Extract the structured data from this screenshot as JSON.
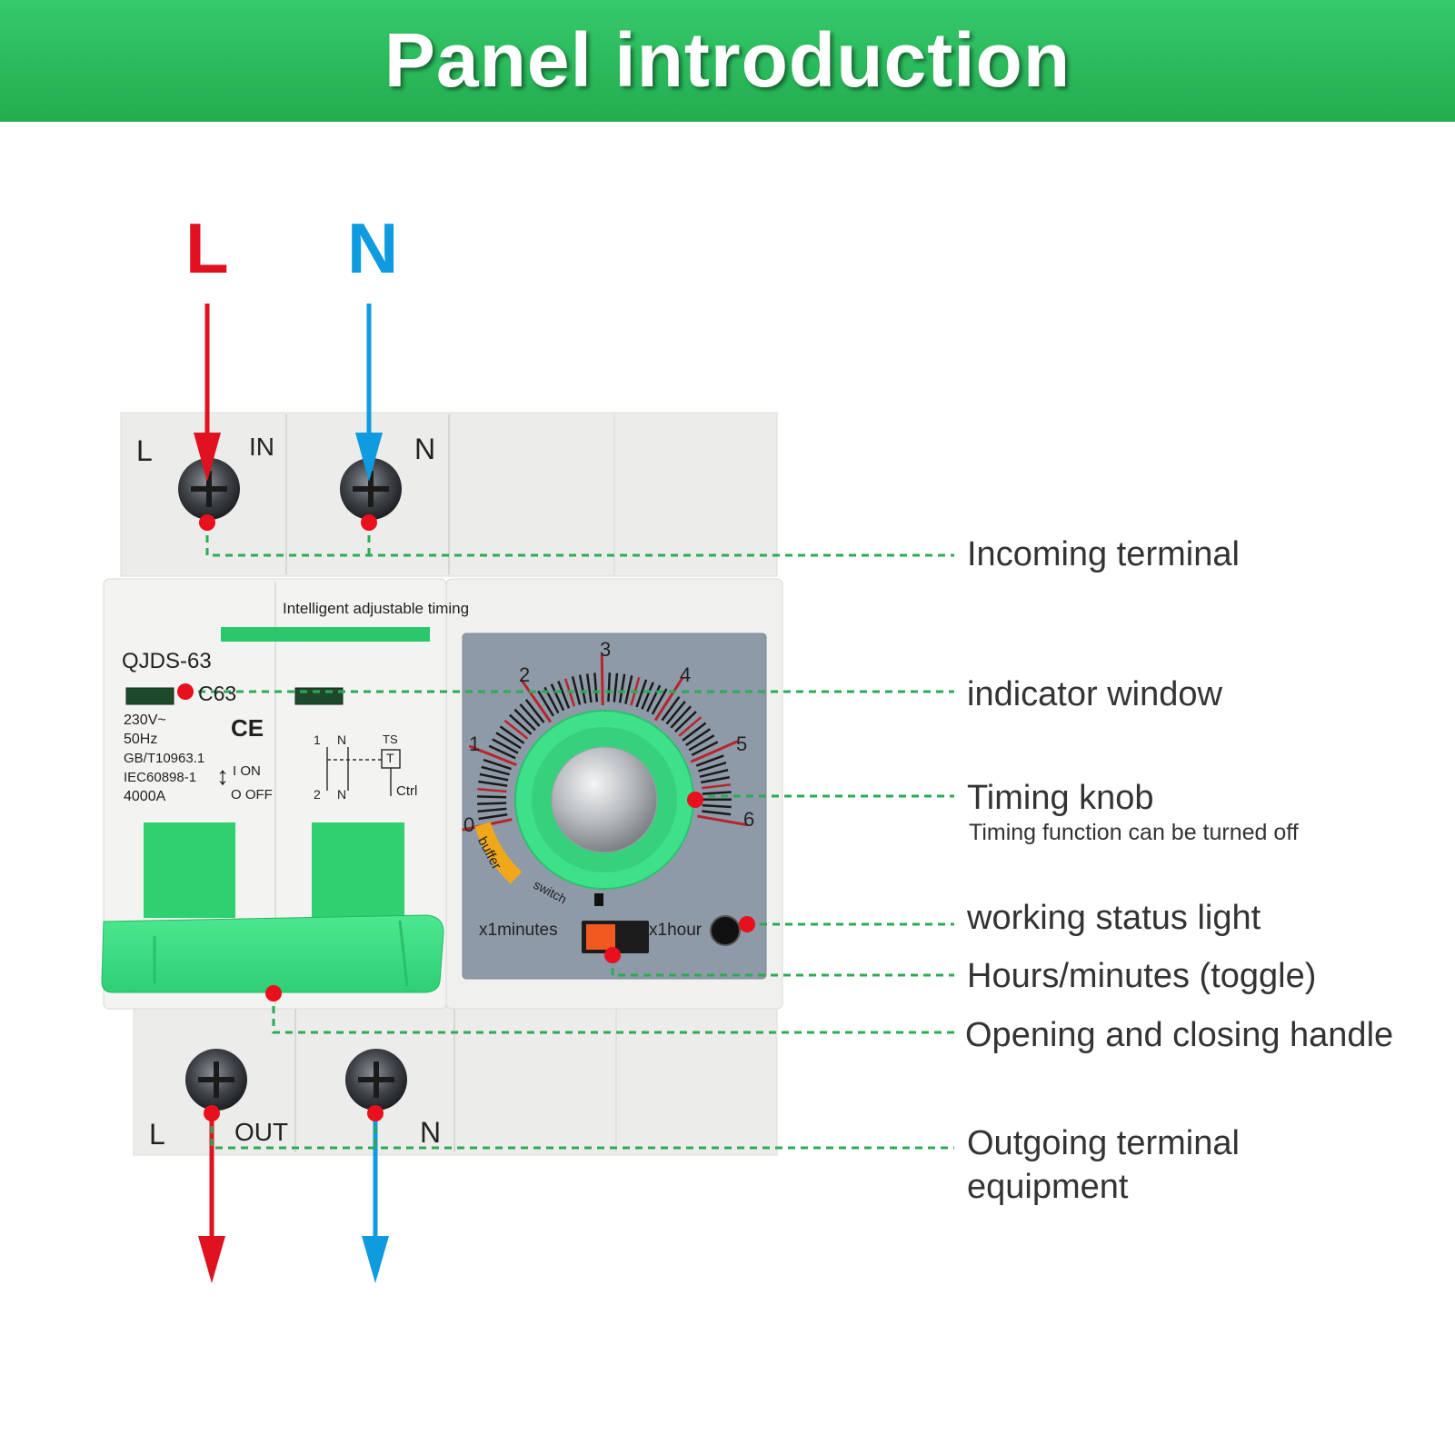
{
  "title": "Panel introduction",
  "poles": {
    "line": "L",
    "neutral": "N"
  },
  "device": {
    "in_l": "L",
    "in_label": "IN",
    "in_n": "N",
    "out_l": "L",
    "out_label": "OUT",
    "out_n": "N",
    "tagline": "Intelligent adjustable timing",
    "model": "QJDS-63",
    "rating": "C63",
    "specs": [
      "230V~",
      "50Hz",
      "GB/T10963.1",
      "IEC60898-1",
      "4000A"
    ],
    "ce": "CE",
    "on_label": "I ON",
    "off_label": "O OFF",
    "schematic": {
      "t1": "1",
      "tn": "N",
      "ts": "TS",
      "tt": "T",
      "b2": "2",
      "bn": "N",
      "ctrl": "Ctrl"
    },
    "dial_numbers": [
      "0",
      "1",
      "2",
      "3",
      "4",
      "5",
      "6"
    ],
    "buffer": "buffer",
    "switch": "switch",
    "x1minutes": "x1minutes",
    "x1hour": "x1hour"
  },
  "callouts": {
    "incoming": "Incoming terminal",
    "indicator": "indicator window",
    "knob": "Timing knob",
    "knob_note": "Timing function can be turned off",
    "status": "working status light",
    "toggle": "Hours/minutes (toggle)",
    "handle": "Opening and closing handle",
    "outgoing_1": "Outgoing terminal",
    "outgoing_2": "equipment"
  },
  "colors": {
    "banner": "#2bbd5b",
    "line": "#e0121f",
    "neutral": "#0f9be0",
    "leader": "#2eaa55",
    "dot": "#e8101d",
    "knob": "#3fe08a"
  }
}
